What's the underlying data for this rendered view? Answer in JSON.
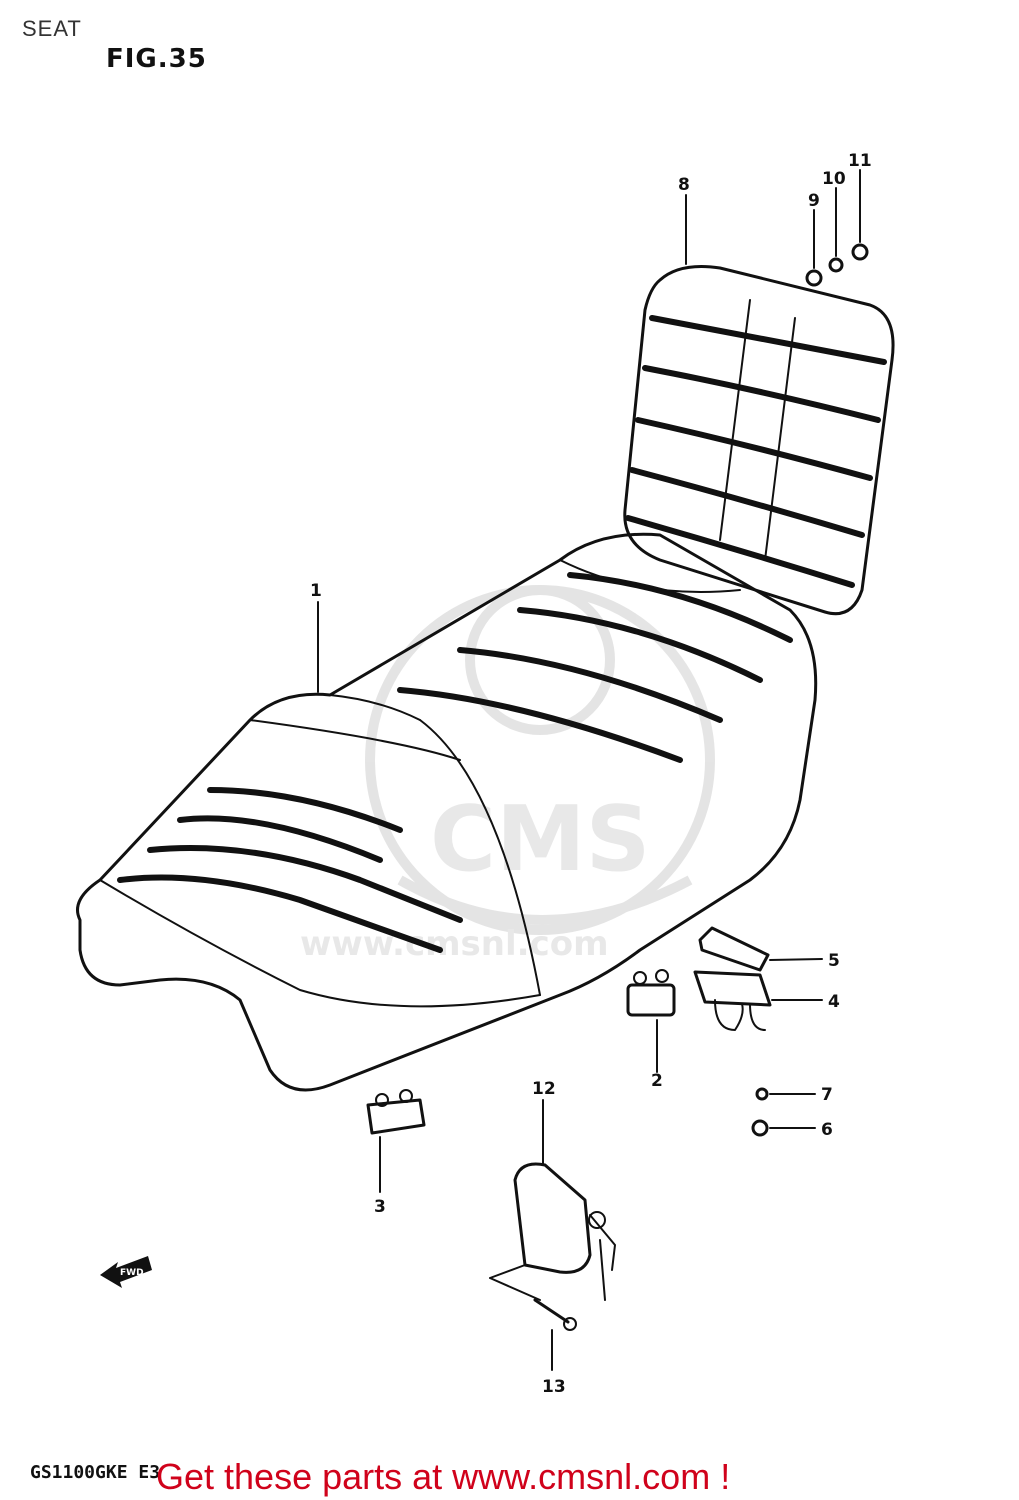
{
  "header": {
    "title": "SEAT",
    "figure": "FIG.35"
  },
  "footer": {
    "model_code": "GS1100GKE E3",
    "promo_link": "Get these parts at www.cmsnl.com !"
  },
  "watermark": {
    "text": "www.cmsnl.com",
    "logo": "CMS"
  },
  "callouts": [
    "1",
    "2",
    "3",
    "4",
    "5",
    "6",
    "7",
    "8",
    "9",
    "10",
    "11",
    "12",
    "13"
  ],
  "direction_label": "FWD",
  "colors": {
    "line": "#111111",
    "promo": "#d0021b",
    "watermark": "#e2e2e2"
  }
}
